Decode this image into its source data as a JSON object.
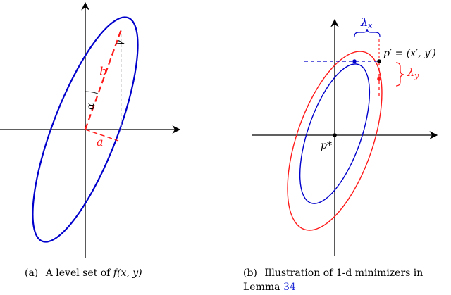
{
  "figure_a": {
    "labels": {
      "b": "b",
      "a": "a",
      "alpha": "α",
      "gamma": "γ"
    },
    "caption": {
      "tag": "(a)",
      "text": "A level set of ",
      "math": "f(x, y)"
    },
    "colors": {
      "ellipse": "#0000cc",
      "axis_line": "#ff1a1a",
      "axes": "#000000"
    }
  },
  "figure_b": {
    "labels": {
      "lambda_x": "λx",
      "lambda_y": "λy",
      "p_prime": "p′ = (x′, y′)",
      "p_star": "p*"
    },
    "caption": {
      "tag": "(b)",
      "text_line1": "Illustration of 1-d minimizers in",
      "text_line2_prefix": "Lemma ",
      "ref": "34"
    },
    "colors": {
      "inner_ellipse": "#0000cc",
      "outer_ellipse": "#ff1a1a",
      "ref_link": "#1f2bd6"
    }
  }
}
